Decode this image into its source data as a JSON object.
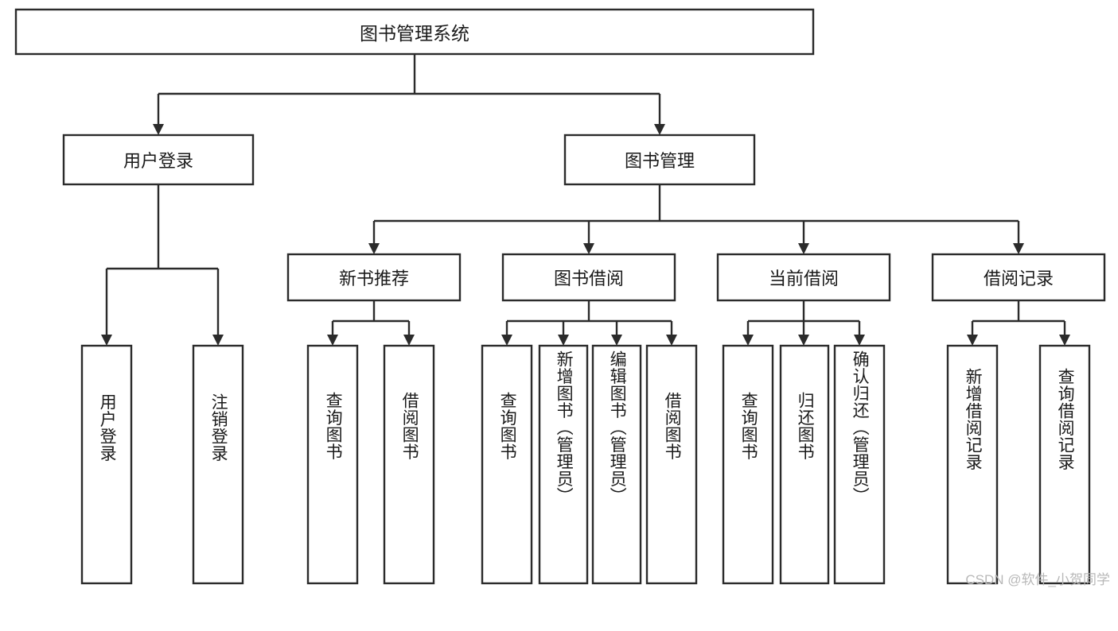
{
  "diagram": {
    "type": "tree-hierarchy-flowchart",
    "title": "图书管理系统",
    "root": {
      "id": "root",
      "label": "图书管理系统",
      "orientation": "horizontal"
    },
    "level2": [
      {
        "id": "user-login",
        "label": "用户登录",
        "orientation": "horizontal"
      },
      {
        "id": "book-management",
        "label": "图书管理",
        "orientation": "horizontal"
      }
    ],
    "level3": [
      {
        "id": "new-book-recommend",
        "label": "新书推荐",
        "orientation": "horizontal",
        "parent": "book-management"
      },
      {
        "id": "book-borrow",
        "label": "图书借阅",
        "orientation": "horizontal",
        "parent": "book-management"
      },
      {
        "id": "current-borrow",
        "label": "当前借阅",
        "orientation": "horizontal",
        "parent": "book-management"
      },
      {
        "id": "borrow-record",
        "label": "借阅记录",
        "orientation": "horizontal",
        "parent": "book-management"
      }
    ],
    "leaves": [
      {
        "id": "leaf-user-login",
        "label": "用户登录",
        "parent": "user-login",
        "orientation": "vertical"
      },
      {
        "id": "leaf-logout-login",
        "label": "注销登录",
        "parent": "user-login",
        "orientation": "vertical"
      },
      {
        "id": "leaf-query-book-1",
        "label": "查询图书",
        "parent": "new-book-recommend",
        "orientation": "vertical"
      },
      {
        "id": "leaf-borrow-book-1",
        "label": "借阅图书",
        "parent": "new-book-recommend",
        "orientation": "vertical"
      },
      {
        "id": "leaf-query-book-2",
        "label": "查询图书",
        "parent": "book-borrow",
        "orientation": "vertical"
      },
      {
        "id": "leaf-add-book",
        "label": "新增图书（管理员）",
        "parent": "book-borrow",
        "orientation": "vertical"
      },
      {
        "id": "leaf-edit-book",
        "label": "编辑图书（管理员）",
        "parent": "book-borrow",
        "orientation": "vertical"
      },
      {
        "id": "leaf-borrow-book-2",
        "label": "借阅图书",
        "parent": "book-borrow",
        "orientation": "vertical"
      },
      {
        "id": "leaf-query-book-3",
        "label": "查询图书",
        "parent": "current-borrow",
        "orientation": "vertical"
      },
      {
        "id": "leaf-return-book",
        "label": "归还图书",
        "parent": "current-borrow",
        "orientation": "vertical"
      },
      {
        "id": "leaf-confirm-return",
        "label": "确认归还（管理员）",
        "parent": "current-borrow",
        "orientation": "vertical"
      },
      {
        "id": "leaf-add-record",
        "label": "新增借阅记录",
        "parent": "borrow-record",
        "orientation": "vertical"
      },
      {
        "id": "leaf-query-record",
        "label": "查询借阅记录",
        "parent": "borrow-record",
        "orientation": "vertical"
      }
    ],
    "colors": {
      "stroke": "#2b2b2b",
      "fill": "#ffffff",
      "text": "#1a1a1a",
      "watermark": "#b8b8b8"
    }
  },
  "watermark": {
    "text": "CSDN @软件_小贺同学"
  }
}
